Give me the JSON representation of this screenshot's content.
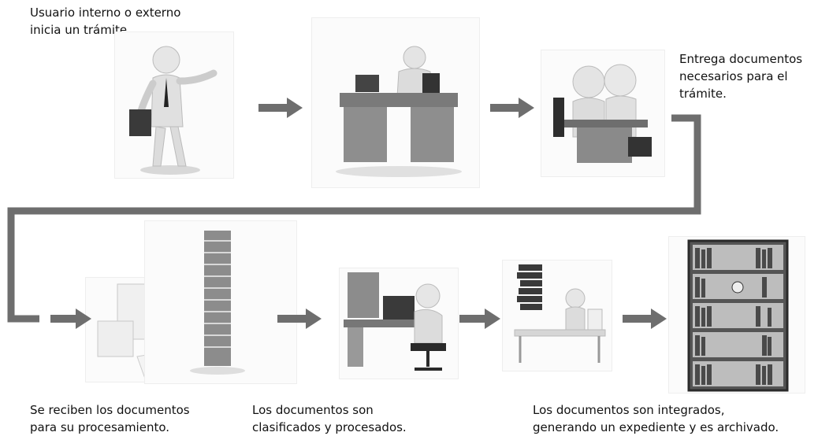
{
  "captions": {
    "step1": "Usuario interno o externo\ninicia un trámite.",
    "step3": "Entrega documentos\nnecesarios para el\ntrámite.",
    "step4": "Se reciben los documentos\npara su procesamiento.",
    "step5": "Los documentos son\nclasificados y procesados.",
    "step6": "Los documentos son integrados,\ngenerando un expediente y es archivado."
  },
  "colors": {
    "arrow": "#6e6e6e",
    "connector": "#6e6e6e"
  }
}
